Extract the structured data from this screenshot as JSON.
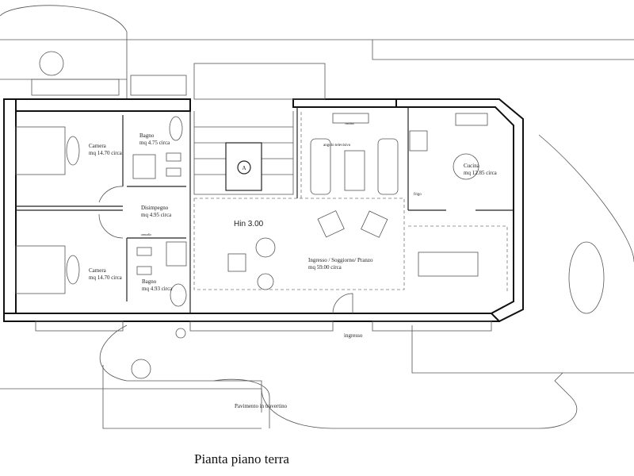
{
  "title": "Pianta piano terra",
  "rooms": {
    "camera1": {
      "name": "Camera",
      "area": "mq 14.70 circa"
    },
    "bagno1": {
      "name": "Bagno",
      "area": "mq 4.75 circa"
    },
    "disimpegno": {
      "name": "Disimpegno",
      "area": "mq 4.95 circa"
    },
    "camera2": {
      "name": "Camera",
      "area": "mq 14.70 circa"
    },
    "bagno2": {
      "name": "Bagno",
      "area": "mq 4.93 circa"
    },
    "soggiorno": {
      "name": "Ingresso / Soggiorno/ Pranzo",
      "area": "mq 59.00 circa"
    },
    "cucina": {
      "name": "Cucina",
      "area": "mq 12.85 circa"
    }
  },
  "labels": {
    "height": "Hin 3.00",
    "stair_marker": "A",
    "entrance": "ingresso",
    "floor": "Pavimento in travertino",
    "tv_corner": "angolo televisivo",
    "fridge": "frigo",
    "fireplace": "camino",
    "wardrobe": "armadio"
  }
}
